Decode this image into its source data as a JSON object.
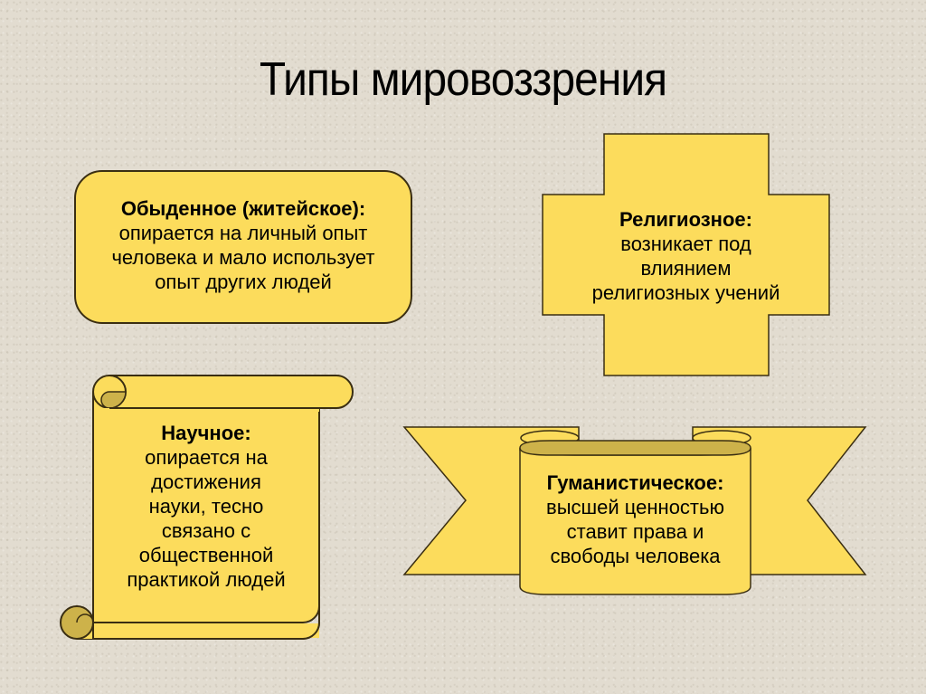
{
  "title": "Типы мировоззрения",
  "colors": {
    "fill": "#fcdc5c",
    "fill_shadow": "#cdb24a",
    "stroke": "#3a2e12",
    "background": "#e2dcd0"
  },
  "cards": [
    {
      "shape": "rounded-rectangle",
      "heading": "Обыденное (житейское):",
      "lines": [
        "опирается на личный опыт",
        "человека и мало использует",
        "опыт других людей"
      ]
    },
    {
      "shape": "cross",
      "heading": "Религиозное:",
      "lines": [
        "возникает под",
        "влиянием",
        "религиозных учений"
      ]
    },
    {
      "shape": "scroll",
      "heading": "Научное:",
      "lines": [
        "опирается на",
        "достижения",
        "науки, тесно",
        "связано с",
        "общественной",
        "практикой людей"
      ]
    },
    {
      "shape": "ribbon",
      "heading": "Гуманистическое:",
      "lines": [
        "высшей ценностью",
        "ставит права и",
        "свободы человека"
      ]
    }
  ]
}
